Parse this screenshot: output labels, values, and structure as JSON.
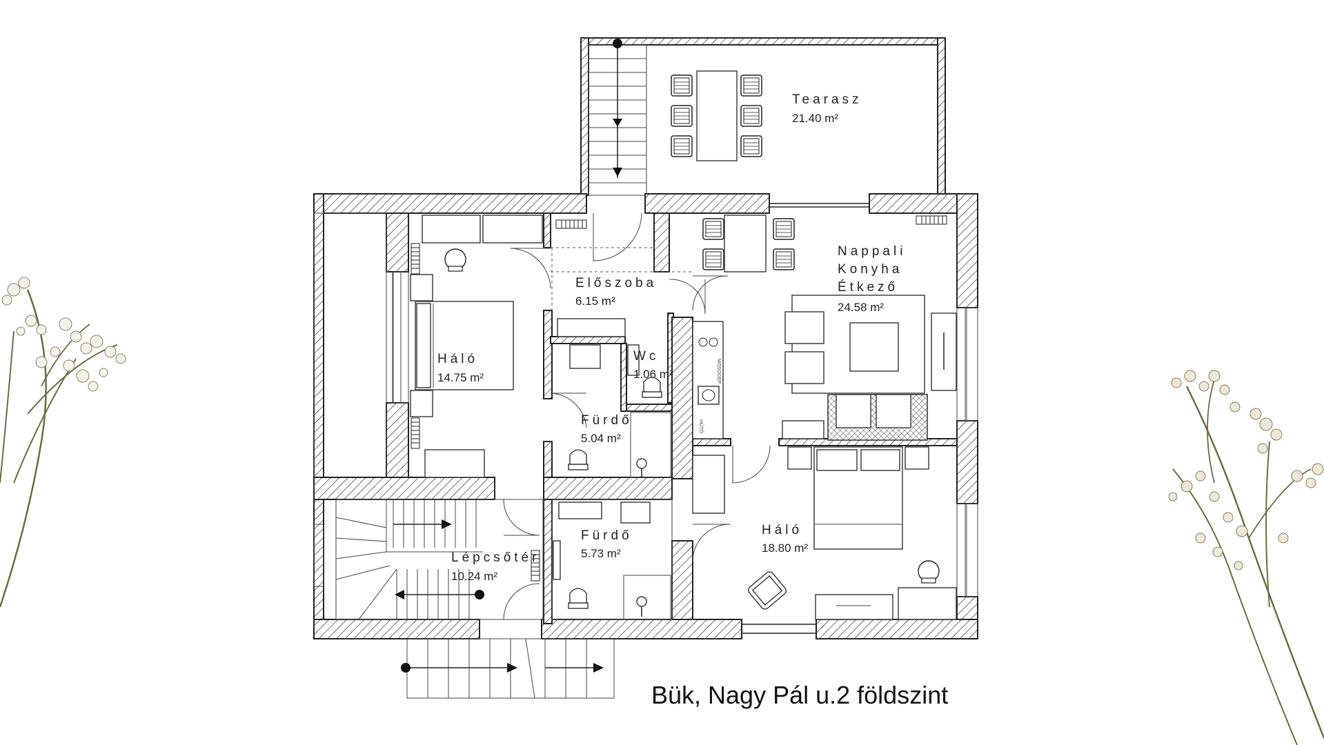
{
  "rooms": {
    "terrace": {
      "name": "Tearasz",
      "area": "21.40 m²"
    },
    "living": {
      "name_line1": "Nappali",
      "name_line2": "Konyha",
      "name_line3": "Étkező",
      "area": "24.58 m²"
    },
    "hall": {
      "name": "Előszoba",
      "area": "6.15 m²"
    },
    "wc": {
      "name": "Wc",
      "area": "1.06 m²"
    },
    "bedroom_west": {
      "name": "Háló",
      "area": "14.75 m²"
    },
    "bath_upper": {
      "name": "Fürdő",
      "area": "5.04 m²"
    },
    "bath_lower": {
      "name": "Fürdő",
      "area": "5.73 m²"
    },
    "stairwell": {
      "name": "Lépcsőtér",
      "area": "10.24 m²"
    },
    "bedroom_east": {
      "name": "Háló",
      "area": "18.80 m²"
    }
  },
  "appliance_labels": {
    "dishwasher": "MOSOGÉP",
    "fridge": "HŰTŐ"
  },
  "caption": "Bük, Nagy Pál u.2 földszint",
  "colors": {
    "ink": "#222222",
    "background": "#ffffff",
    "flower_stem": "#6e6a40",
    "flower_petal": "#f4f1ea"
  }
}
